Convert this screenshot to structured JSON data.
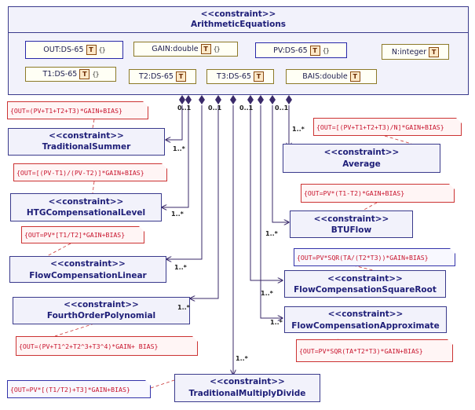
{
  "main_block": {
    "stereotype": "<<constraint>>",
    "name": "ArithmeticEquations"
  },
  "parameters": [
    {
      "id": "out",
      "label": "OUT:DS-65",
      "icon": "T",
      "suffix": "{}"
    },
    {
      "id": "gain",
      "label": "GAIN:double",
      "icon": "T",
      "suffix": "{}"
    },
    {
      "id": "pv",
      "label": "PV:DS-65",
      "icon": "T",
      "suffix": "{}"
    },
    {
      "id": "n",
      "label": "N:integer",
      "icon": "T",
      "suffix": ""
    },
    {
      "id": "t1",
      "label": "T1:DS-65",
      "icon": "T",
      "suffix": "{}"
    },
    {
      "id": "t2",
      "label": "T2:DS-65",
      "icon": "T",
      "suffix": ""
    },
    {
      "id": "t3",
      "label": "T3:DS-65",
      "icon": "T",
      "suffix": ""
    },
    {
      "id": "bais",
      "label": "BAIS:double",
      "icon": "T",
      "suffix": ""
    }
  ],
  "constraints": [
    {
      "id": "traditional-summer",
      "stereotype": "<<constraint>>",
      "name": "TraditionalSummer",
      "note": "{OUT=(PV+T1+T2+T3)*GAIN+BIAS}",
      "multiplicity": "1..*"
    },
    {
      "id": "average",
      "stereotype": "<<constraint>>",
      "name": "Average",
      "note": "{OUT=[(PV+T1+T2+T3)/N]*GAIN+BIAS}",
      "multiplicity": "1..*"
    },
    {
      "id": "htg-compensational-level",
      "stereotype": "<<constraint>>",
      "name": "HTGCompensationalLevel",
      "note": "{OUT=[(PV-T1)/(PV-T2)]*GAIN+BIAS}",
      "multiplicity": "1..*"
    },
    {
      "id": "btu-flow",
      "stereotype": "<<constraint>>",
      "name": "BTUFlow",
      "note": "{OUT=PV*(T1-T2)*GAIN+BIAS}",
      "multiplicity": "1..*"
    },
    {
      "id": "flow-compensation-linear",
      "stereotype": "<<constraint>>",
      "name": "FlowCompensationLinear",
      "note": "{OUT=PV*[T1/T2]*GAIN+BIAS}",
      "multiplicity": "1..*"
    },
    {
      "id": "flow-compensation-square-root",
      "stereotype": "<<constraint>>",
      "name": "FlowCompensationSquareRoot",
      "note": "{OUT=PV*SQR(TA/(T2*T3))*GAIN+BIAS}",
      "multiplicity": "1..*"
    },
    {
      "id": "fourth-order-polynomial",
      "stereotype": "<<constraint>>",
      "name": "FourthOrderPolynomial",
      "note": "{OUT=(PV+T1^2+T2^3+T3^4)*GAIN+ BIAS}",
      "multiplicity": "1..*"
    },
    {
      "id": "flow-compensation-approximate",
      "stereotype": "<<constraint>>",
      "name": "FlowCompensationApproximate",
      "note": "{OUT=PV*SQR(TA*T2*T3)*GAIN+BIAS}",
      "multiplicity": "1..*"
    },
    {
      "id": "traditional-multiply-divide",
      "stereotype": "<<constraint>>",
      "name": "TraditionalMultiplyDivide",
      "note": "{OUT=PV*[(T1/T2)+T3]*GAIN+BIAS}",
      "multiplicity": "1..*"
    }
  ],
  "composition_multiplicity": "0..1",
  "colors": {
    "block_border": "#3a3a8c",
    "block_fill": "#f2f2fb",
    "note_text": "#c8142d",
    "line": "#3a2a6a"
  }
}
